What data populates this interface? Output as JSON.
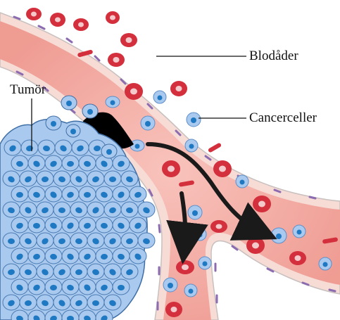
{
  "labels": {
    "blood_vessel": "Blodåder",
    "cancer_cells": "Cancerceller",
    "tumor": "Tumör"
  },
  "colors": {
    "background": "#ffffff",
    "vessel_fill": "#f3aaa2",
    "vessel_wall": "#f7dcd6",
    "red_cell": "#d32f3c",
    "red_cell_center": "#f4c9cc",
    "cancer_cell_fill": "#a9c9ee",
    "cancer_cell_nucleus": "#1f79c2",
    "tumor_gap": "#000000",
    "arrow": "#1a1a1a"
  },
  "icons": [
    "red-blood-cell-icon",
    "cancer-cell-icon",
    "flow-arrow-icon"
  ]
}
